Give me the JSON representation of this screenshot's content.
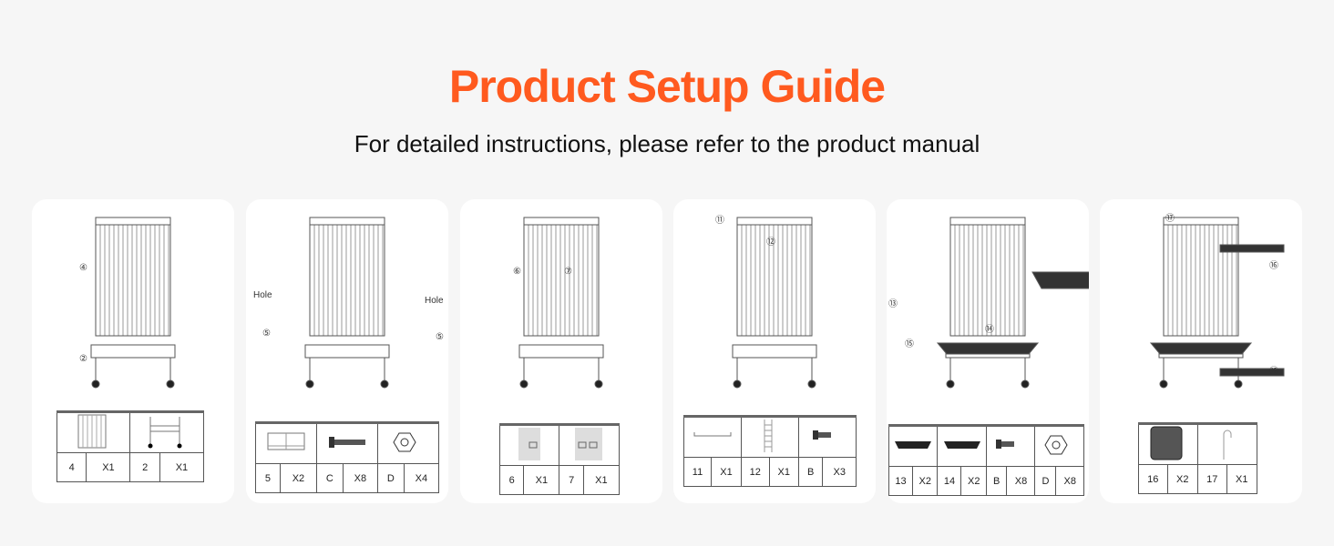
{
  "header": {
    "title": "Product Setup Guide",
    "subtitle": "For detailed instructions, please refer to the product manual"
  },
  "steps": [
    {
      "callouts": [
        "④",
        "②"
      ],
      "parts": [
        {
          "id": "4",
          "qty": "X1",
          "icon": "cage-panel"
        },
        {
          "id": "2",
          "qty": "X1",
          "icon": "stand-base"
        }
      ]
    },
    {
      "callouts": [
        "Hole",
        "Hole",
        "⑤",
        "⑤"
      ],
      "parts": [
        {
          "id": "5",
          "qty": "X2",
          "icon": "side-panel"
        },
        {
          "id": "C",
          "qty": "X8",
          "icon": "long-bolt"
        },
        {
          "id": "D",
          "qty": "X4",
          "icon": "nut"
        }
      ]
    },
    {
      "callouts": [
        "⑥",
        "⑦"
      ],
      "parts": [
        {
          "id": "6",
          "qty": "X1",
          "icon": "door-panel"
        },
        {
          "id": "7",
          "qty": "X1",
          "icon": "double-door-panel"
        }
      ]
    },
    {
      "callouts": [
        "⑪",
        "⑫"
      ],
      "parts": [
        {
          "id": "11",
          "qty": "X1",
          "icon": "perch-bar"
        },
        {
          "id": "12",
          "qty": "X1",
          "icon": "ladder"
        },
        {
          "id": "B",
          "qty": "X3",
          "icon": "short-bolt"
        }
      ]
    },
    {
      "callouts": [
        "⑬",
        "⑭",
        "⑮"
      ],
      "parts": [
        {
          "id": "13",
          "qty": "X2",
          "icon": "tray"
        },
        {
          "id": "14",
          "qty": "X2",
          "icon": "tray"
        },
        {
          "id": "B",
          "qty": "X8",
          "icon": "short-bolt"
        },
        {
          "id": "D",
          "qty": "X8",
          "icon": "nut"
        }
      ]
    },
    {
      "callouts": [
        "⑰",
        "⑯",
        "⑯"
      ],
      "parts": [
        {
          "id": "16",
          "qty": "X2",
          "icon": "drawer-tray"
        },
        {
          "id": "17",
          "qty": "X1",
          "icon": "hook"
        }
      ]
    }
  ],
  "colors": {
    "accent": "#ff5a1f"
  }
}
